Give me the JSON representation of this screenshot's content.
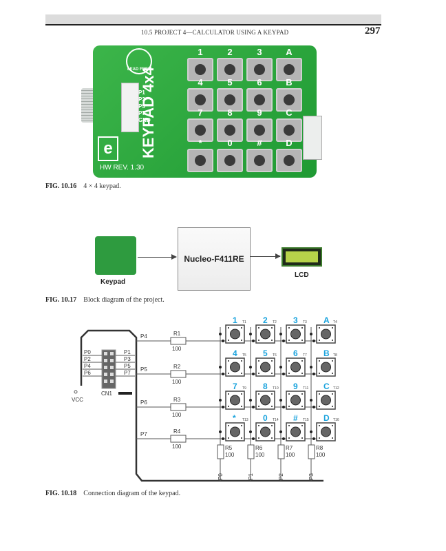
{
  "header": {
    "running_title": "10.5 PROJECT 4—CALCULATOR USING A KEYPAD",
    "page_number": "297"
  },
  "fig_10_16": {
    "label": "FIG. 10.16",
    "caption": "4 × 4 keypad.",
    "board": {
      "title": "KEYPAD 4x4",
      "revision": "HW REV. 1.30",
      "brand": "mikroe",
      "logo_text": "LEAD FREE",
      "pin_labels": [
        "P1",
        "P3",
        "P5",
        "P7",
        "GND"
      ],
      "keys": [
        "1",
        "2",
        "3",
        "A",
        "4",
        "5",
        "6",
        "B",
        "7",
        "8",
        "9",
        "C",
        "*",
        "0",
        "#",
        "D"
      ],
      "row_resistors": [
        "R1",
        "R2",
        "R3",
        "R4"
      ],
      "col_resistors": [
        "R5",
        "R6",
        "R7",
        "R8"
      ]
    }
  },
  "fig_10_17": {
    "label": "FIG. 10.17",
    "caption": "Block diagram of the project.",
    "blocks": {
      "keypad": "Keypad",
      "mcu": "Nucleo-F411RE",
      "lcd": "LCD"
    }
  },
  "fig_10_18": {
    "label": "FIG. 10.18",
    "caption": "Connection diagram of the keypad.",
    "connector": {
      "name": "CN1",
      "supply": "VCC",
      "left_pins": [
        "P0",
        "P2",
        "P4",
        "P6"
      ],
      "right_pins": [
        "P1",
        "P3",
        "P5",
        "P7"
      ]
    },
    "rows": [
      {
        "net": "P4",
        "resistor": "R1",
        "value": "100"
      },
      {
        "net": "P5",
        "resistor": "R2",
        "value": "100"
      },
      {
        "net": "P6",
        "resistor": "R3",
        "value": "100"
      },
      {
        "net": "P7",
        "resistor": "R4",
        "value": "100"
      }
    ],
    "columns": [
      {
        "net": "P0",
        "resistor": "R5",
        "value": "100"
      },
      {
        "net": "P1",
        "resistor": "R6",
        "value": "100"
      },
      {
        "net": "P2",
        "resistor": "R7",
        "value": "100"
      },
      {
        "net": "P3",
        "resistor": "R8",
        "value": "100"
      }
    ],
    "keys": [
      {
        "label": "1",
        "id": "T1"
      },
      {
        "label": "2",
        "id": "T2"
      },
      {
        "label": "3",
        "id": "T3"
      },
      {
        "label": "A",
        "id": "T4"
      },
      {
        "label": "4",
        "id": "T5"
      },
      {
        "label": "5",
        "id": "T6"
      },
      {
        "label": "6",
        "id": "T7"
      },
      {
        "label": "B",
        "id": "T8"
      },
      {
        "label": "7",
        "id": "T9"
      },
      {
        "label": "8",
        "id": "T10"
      },
      {
        "label": "9",
        "id": "T11"
      },
      {
        "label": "C",
        "id": "T12"
      },
      {
        "label": "*",
        "id": "T13"
      },
      {
        "label": "0",
        "id": "T14"
      },
      {
        "label": "#",
        "id": "T15"
      },
      {
        "label": "D",
        "id": "T16"
      }
    ],
    "key_label_color": "#1aa3dd"
  }
}
